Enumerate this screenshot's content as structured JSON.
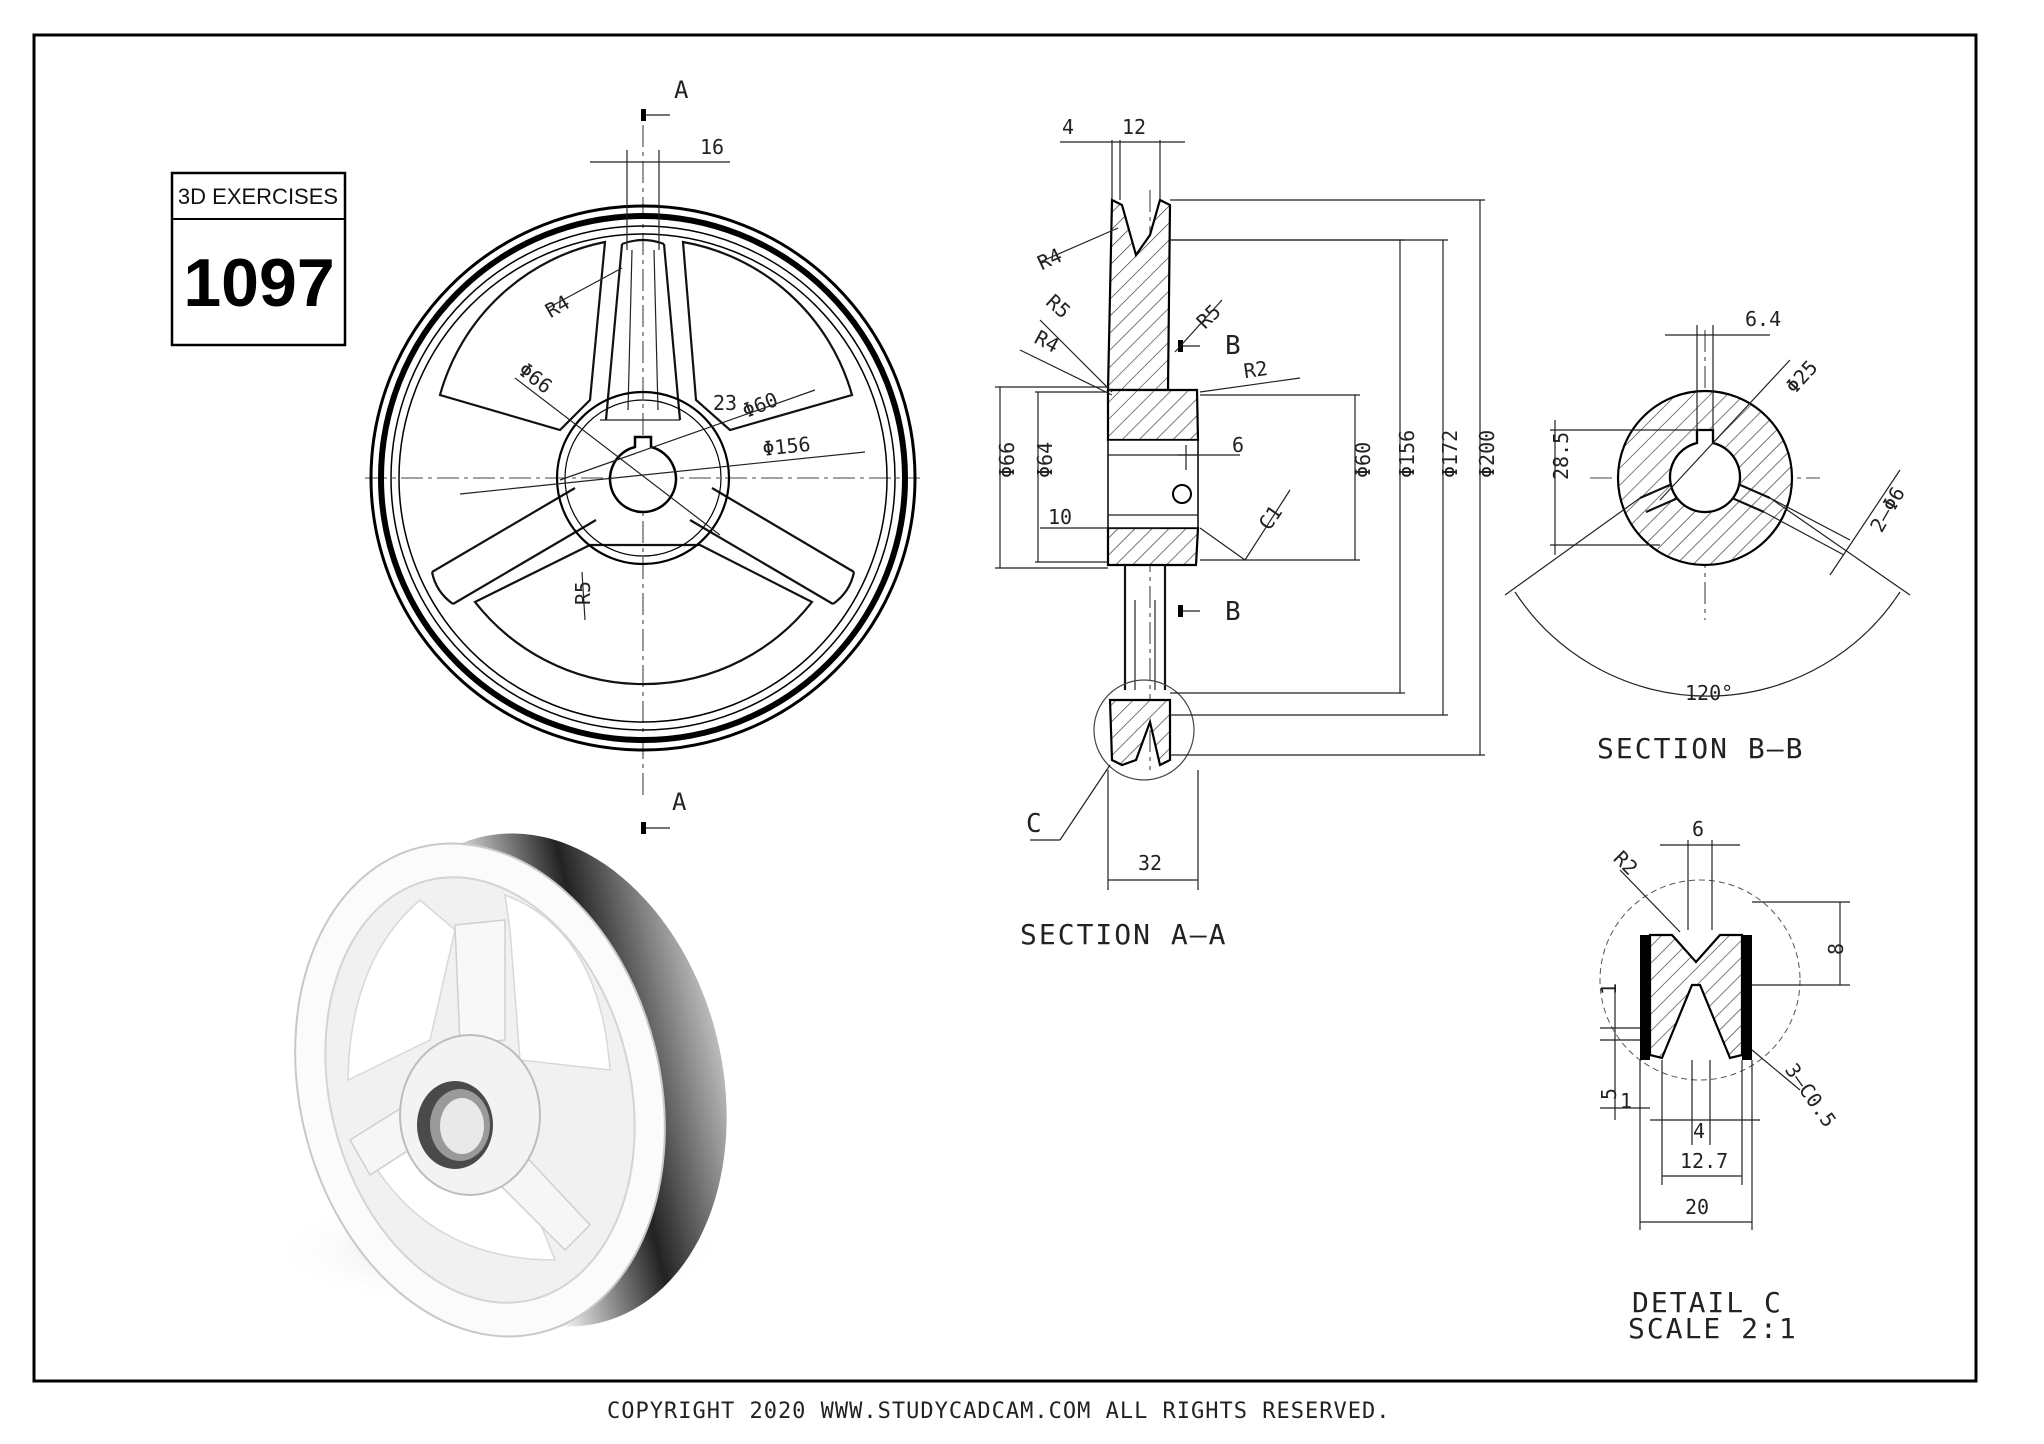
{
  "badge": {
    "caption": "3D EXERCISES",
    "number": "1097"
  },
  "front_view": {
    "section_marker": "A",
    "dims": {
      "d16": "16",
      "r4": "R4",
      "d66": "Φ66",
      "d23": "23",
      "d60": "Φ60",
      "d156": "Φ156",
      "r5": "R5"
    }
  },
  "section_aa": {
    "title": "SECTION A—A",
    "marker_b": "B",
    "marker_c": "C",
    "dims": {
      "d4": "4",
      "d12": "12",
      "r4a": "R4",
      "r5a": "R5",
      "r4b": "R4",
      "r5b": "R5",
      "r2": "R2",
      "d66": "Φ66",
      "d64": "Φ64",
      "d6": "6",
      "d10": "10",
      "c1": "C1",
      "d60": "Φ60",
      "d156": "Φ156",
      "d172": "Φ172",
      "d200": "Φ200",
      "d32": "32"
    }
  },
  "section_bb": {
    "title": "SECTION B—B",
    "dims": {
      "d64": "6.4",
      "d25": "Φ25",
      "d285": "28.5",
      "holes": "2—Φ6",
      "angle": "120°"
    }
  },
  "detail_c": {
    "title": "DETAIL C",
    "scale": "SCALE 2:1",
    "dims": {
      "d6": "6",
      "r2": "R2",
      "d8": "8",
      "d1a": "1",
      "d5": "5",
      "d1b": "1",
      "d4": "4",
      "c05": "3—C0.5",
      "d127": "12.7",
      "d20": "20"
    }
  },
  "footer": {
    "copyright": "COPYRIGHT   2020 WWW.STUDYCADCAM.COM ALL RIGHTS RESERVED."
  }
}
